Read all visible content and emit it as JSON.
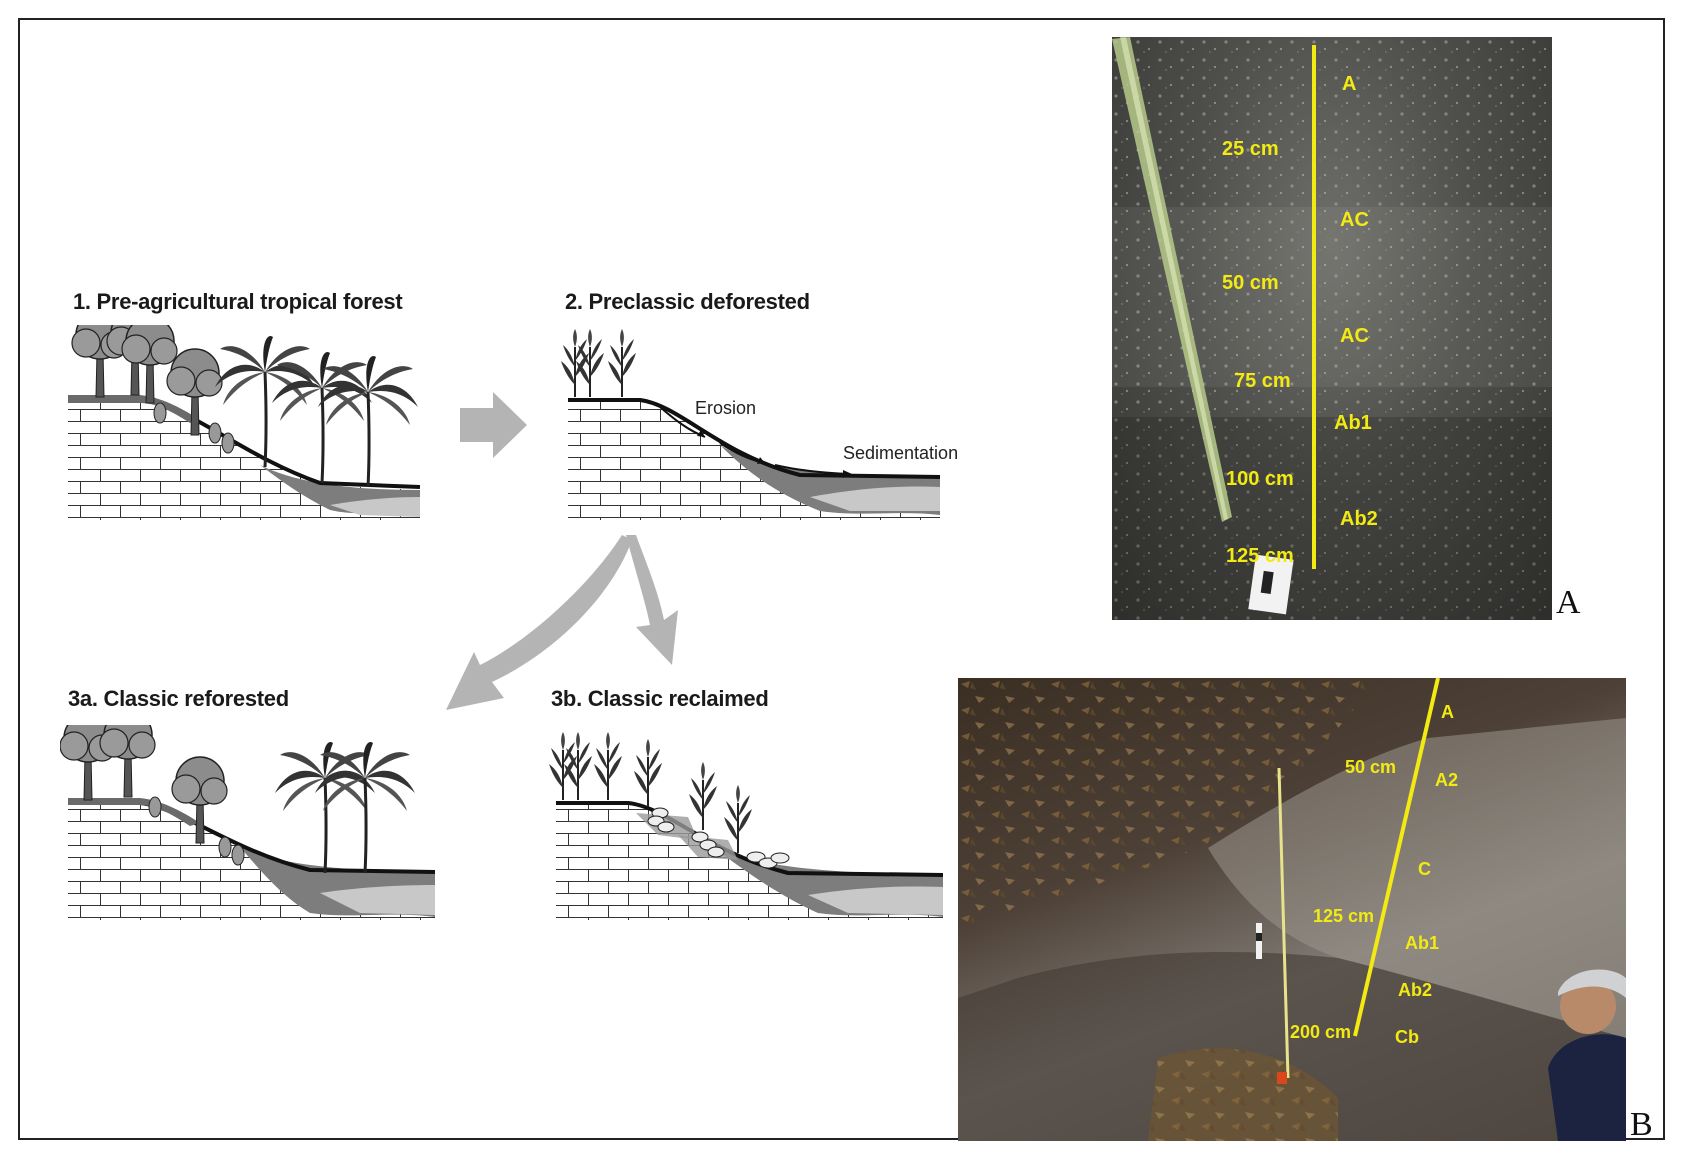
{
  "panels": {
    "p1": {
      "title": "1. Pre-agricultural tropical forest"
    },
    "p2": {
      "title": "2. Preclassic deforested",
      "erosion_label": "Erosion",
      "sedimentation_label": "Sedimentation"
    },
    "p3a": {
      "title": "3a. Classic reforested"
    },
    "p3b": {
      "title": "3b. Classic reclaimed"
    }
  },
  "photo_a": {
    "letter": "A",
    "depth_labels": [
      "25 cm",
      "50 cm",
      "75 cm",
      "100 cm",
      "125 cm"
    ],
    "horizon_labels": [
      "A",
      "AC",
      "AC",
      "Ab1",
      "Ab2"
    ]
  },
  "photo_b": {
    "letter": "B",
    "depth_labels": [
      "50 cm",
      "125 cm",
      "200 cm"
    ],
    "horizon_labels": [
      "A",
      "A2",
      "C",
      "Ab1",
      "Ab2",
      "Cb"
    ]
  },
  "colors": {
    "arrow_gray": "#b4b4b4",
    "bedrock_dark": "#7a7a7a",
    "sediment_light": "#c8c8c8",
    "label_yellow": "#f2ea12"
  }
}
